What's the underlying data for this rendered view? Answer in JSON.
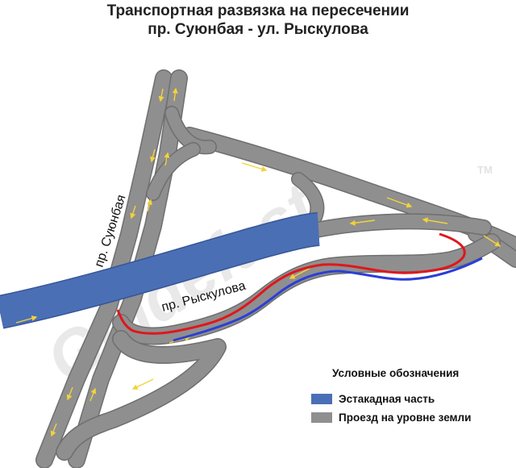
{
  "title": {
    "line1": "Транспортная развязка на пересечении",
    "line2": "пр. Суюнбая - ул. Рыскулова"
  },
  "streets": {
    "suyunbay": "пр. Суюнбая",
    "ryskulova": "пр. Рыскулова"
  },
  "watermark": {
    "text": "Guidefast",
    "trademark": "TM"
  },
  "legend": {
    "title": "Условные обозначения",
    "items": [
      {
        "label": "Эстакадная часть",
        "color": "#4a6fb5"
      },
      {
        "label": "Проезд на уровне земли",
        "color": "#8f8f8f"
      }
    ]
  },
  "route_lines": [
    {
      "color": "#e0161e"
    },
    {
      "color": "#2b3fd6"
    }
  ],
  "colors": {
    "ground_road": "#8f8f8f",
    "overpass": "#4a6fb5",
    "traffic_arrow": "#f2d33a"
  }
}
